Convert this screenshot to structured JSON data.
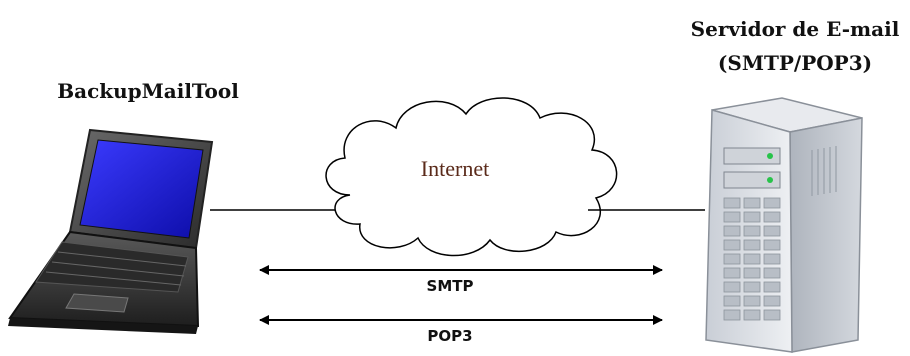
{
  "client": {
    "label": "BackupMailTool",
    "icon": "laptop-icon"
  },
  "server": {
    "title_line1": "Servidor de E-mail",
    "title_line2": "(SMTP/POP3)",
    "icon": "server-tower-icon"
  },
  "network": {
    "label": "Internet",
    "icon": "cloud-icon"
  },
  "protocols": [
    {
      "label": "SMTP"
    },
    {
      "label": "POP3"
    }
  ],
  "colors": {
    "screen": "#1a1ad8",
    "laptop_body": "#3c3c3c",
    "server_body": "#d9dde3",
    "led": "#27c34a",
    "line": "#000000"
  }
}
